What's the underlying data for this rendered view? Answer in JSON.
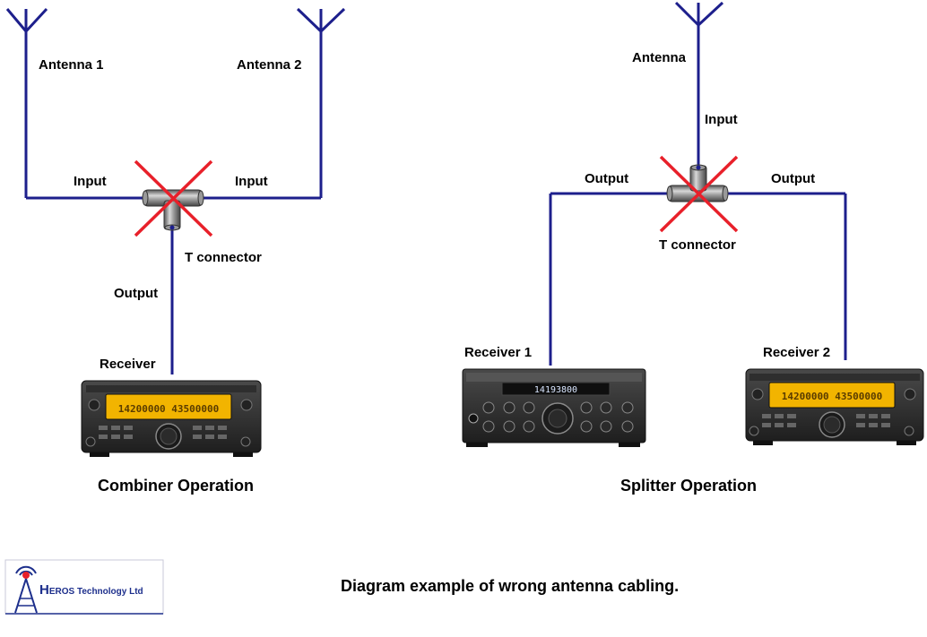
{
  "colors": {
    "wire": "#1d1f8c",
    "cross": "#e8202a",
    "logo": "#1d2f8c",
    "display": "#f2b400"
  },
  "combiner": {
    "antenna1_label": "Antenna 1",
    "antenna2_label": "Antenna 2",
    "input_left_label": "Input",
    "input_right_label": "Input",
    "t_connector_label": "T connector",
    "output_label": "Output",
    "receiver_label": "Receiver",
    "caption": "Combiner Operation",
    "radio_freq_main": "14200000",
    "radio_freq_sub": "43500000"
  },
  "splitter": {
    "antenna_label": "Antenna",
    "input_label": "Input",
    "output_left_label": "Output",
    "output_right_label": "Output",
    "t_connector_label": "T connector",
    "receiver1_label": "Receiver 1",
    "receiver2_label": "Receiver 2",
    "caption": "Splitter Operation",
    "radio1_freq": "14193800",
    "radio2_freq_main": "14200000",
    "radio2_freq_sub": "43500000"
  },
  "footer": {
    "logo_text": "HEROS Technology Ltd",
    "note": "Diagram example of wrong antenna cabling."
  },
  "icons": [
    "antenna-icon",
    "t-connector-icon",
    "wrong-cross-icon",
    "transceiver-icon",
    "logo-icon"
  ]
}
